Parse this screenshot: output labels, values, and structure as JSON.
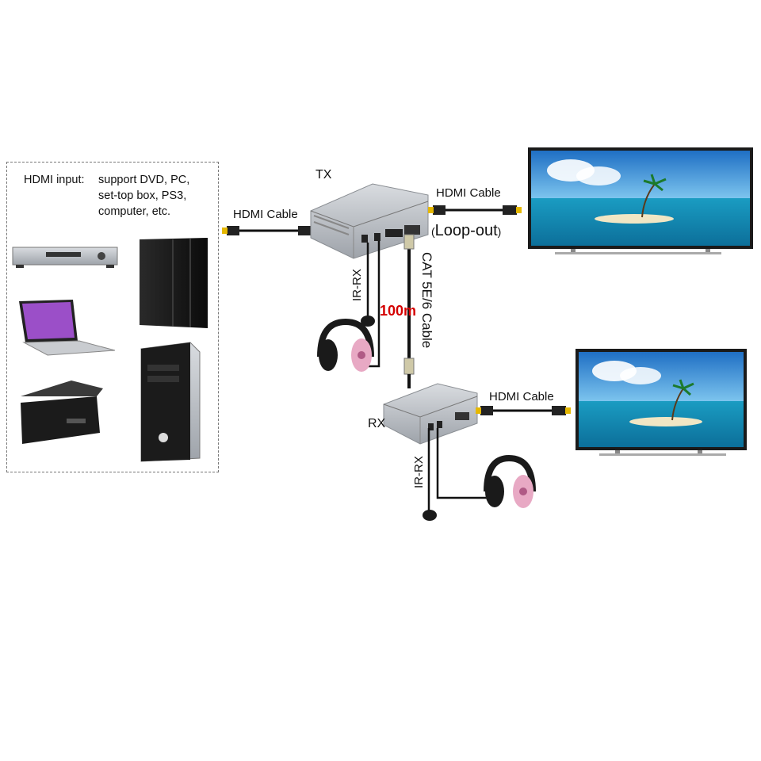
{
  "source_panel": {
    "title": "HDMI input:",
    "lines": [
      "support DVD, PC,",
      "set-top box, PS3,",
      "computer, etc."
    ]
  },
  "labels": {
    "tx": "TX",
    "rx": "RX",
    "hdmi_cable_source": "HDMI Cable",
    "hdmi_cable_loopout": "HDMI Cable",
    "hdmi_cable_rx": "HDMI Cable",
    "loop_out": "Loop-out",
    "loop_out_open": "(",
    "loop_out_close": ")",
    "cat_cable": "CAT 5E/6 Cable",
    "distance": "100m",
    "ir_rx_tx": "IR-RX",
    "ir_rx_rx": "IR-RX"
  },
  "colors": {
    "distance_text": "#d40000",
    "device_silver": "#b8bcc2",
    "cable": "#111111",
    "headphone_pink": "#e8a9c4",
    "sky": "#2e8bd6",
    "sea": "#1fa6c7"
  },
  "icons": [
    "dvd-player-icon",
    "laptop-icon",
    "set-top-box-icon",
    "ps3-console-icon",
    "pc-tower-icon",
    "tv-icon",
    "headphones-icon",
    "ir-receiver-icon",
    "hdmi-plug-icon",
    "rj45-plug-icon",
    "extender-tx-icon",
    "extender-rx-icon"
  ]
}
